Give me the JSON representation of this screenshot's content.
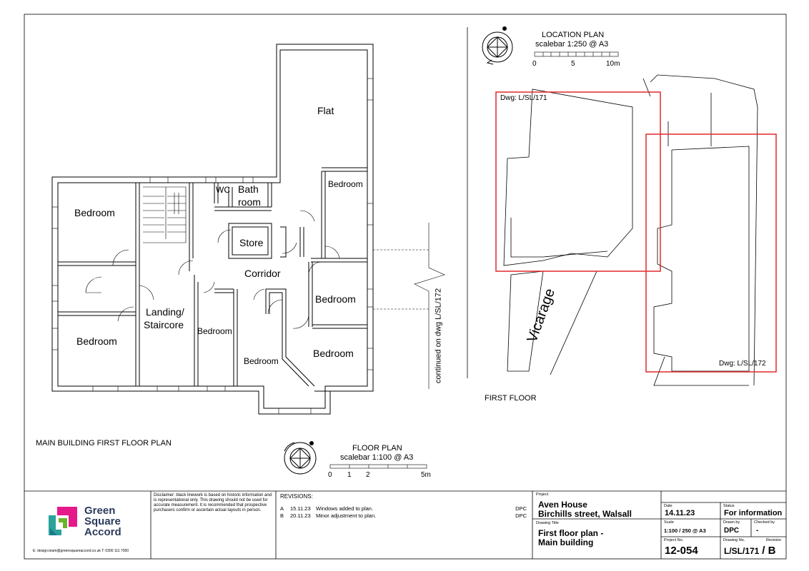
{
  "floor_plan": {
    "rooms": {
      "flat": "Flat",
      "bedroom_nw": "Bedroom",
      "bedroom_sw": "Bedroom",
      "bedroom_ne": "Bedroom",
      "bedroom_e": "Bedroom",
      "bedroom_se": "Bedroom",
      "bedroom_bay": "Bedroom",
      "bedroom_c": "Bedroom",
      "wc": "WC",
      "bath_1": "Bath",
      "bath_2": "room",
      "store": "Store",
      "corridor": "Corridor",
      "landing_1": "Landing/",
      "landing_2": "Staircore"
    },
    "continued_note": "continued on dwg L/SL/172",
    "title": "MAIN BUILDING FIRST FLOOR PLAN",
    "scale_title": "FLOOR PLAN",
    "scalebar": "scalebar 1:100 @ A3",
    "ticks": [
      "0",
      "1",
      "2",
      "5m"
    ]
  },
  "location_plan": {
    "title": "LOCATION PLAN",
    "scalebar": "scalebar 1:250 @ A3",
    "ticks": [
      "0",
      "5",
      "10m"
    ],
    "dwg_1": "Dwg: L/SL/171",
    "dwg_2": "Dwg: L/SL/172",
    "street": "Vicarage",
    "floor_label": "FIRST FLOOR",
    "highlight_color": "#e0282c"
  },
  "title_block": {
    "logo": {
      "line1": "Green",
      "line2": "Square",
      "line3": "Accord"
    },
    "contact": "E: design.team@greensquareaccord.co.uk   T: 0300 111 7000",
    "disclaimer": "Disclaimer: black linework is based on historic information and is representational only. This drawing should not be used for accurate measurement. It is recommended that prospective purchasers confirm or ascertain actual layouts in person.",
    "revisions_title": "REVISIONS:",
    "revisions": [
      {
        "rev": "A",
        "date": "15.11.23",
        "desc": "Windows added to plan.",
        "by": "DPC"
      },
      {
        "rev": "B",
        "date": "20.11.23",
        "desc": "Minor adjustment to plan.",
        "by": "DPC"
      }
    ],
    "project_label": "Project",
    "project_1": "Aven House",
    "project_2": "Birchills street, Walsall",
    "drawing_title_label": "Drawing Title",
    "drawing_title_1": "First floor plan -",
    "drawing_title_2": "Main building",
    "date_label": "Date",
    "date": "14.11.23",
    "status_label": "Status",
    "status": "For information",
    "scale_label": "Scale",
    "scale": "1:100 / 250 @ A3",
    "drawn_by_label": "Drawn by",
    "drawn_by": "DPC",
    "checked_by_label": "Checked by",
    "checked_by": "-",
    "project_no_label": "Project No.",
    "project_no": "12-054",
    "drawing_no_label": "Drawing No.",
    "drawing_no": "L/SL/171",
    "revision_label": "Revision",
    "revision": "B"
  }
}
